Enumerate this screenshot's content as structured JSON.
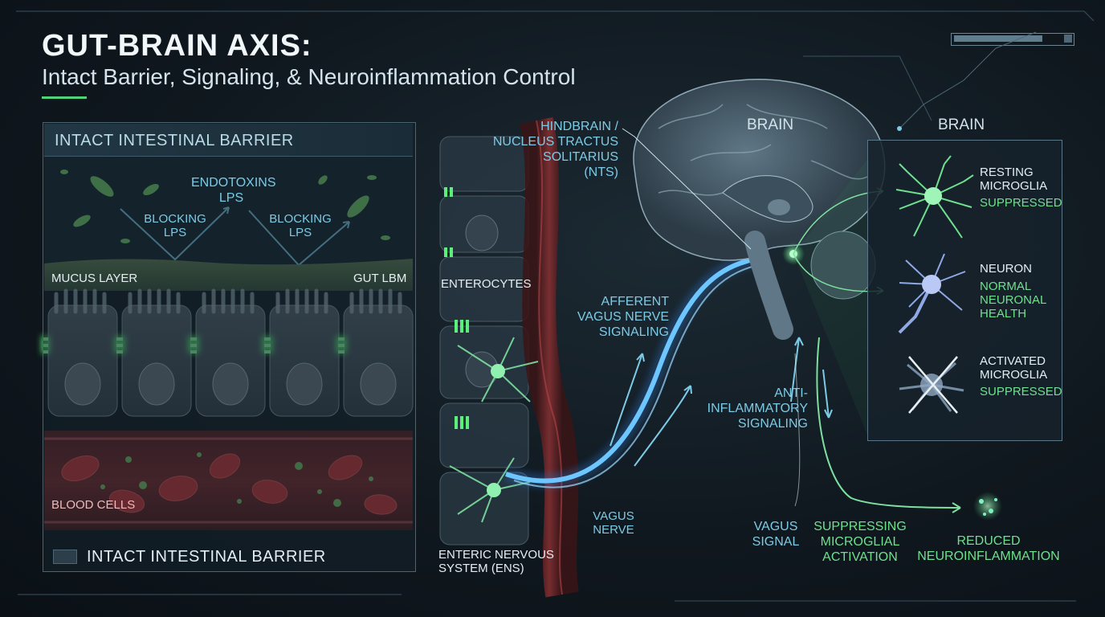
{
  "title": {
    "main": "GUT-BRAIN AXIS:",
    "sub": "Intact Barrier, Signaling, & Neuroinflammation Control"
  },
  "left_panel": {
    "header": "INTACT INTESTINAL BARRIER",
    "footer": "INTACT INTESTINAL BARRIER",
    "endotoxins_line1": "ENDOTOXINS",
    "endotoxins_line2": "LPS",
    "blocking_left_line1": "BLOCKING",
    "blocking_left_line2": "LPS",
    "blocking_right_line1": "BLOCKING",
    "blocking_right_line2": "LPS",
    "mucus_layer": "MUCUS LAYER",
    "gut_lbm": "GUT LBM",
    "blood_cells": "BLOOD CELLS"
  },
  "middle": {
    "enterocytes": "ENTEROCYTES",
    "hindbrain_line1": "HINDBRAIN /",
    "hindbrain_line2": "NUCLEUS TRACTUS",
    "hindbrain_line3": "SOLITARIUS",
    "hindbrain_line4": "(NTS)",
    "afferent_line1": "AFFERENT",
    "afferent_line2": "VAGUS NERVE",
    "afferent_line3": "SIGNALING",
    "vagus_nerve_line1": "VAGUS",
    "vagus_nerve_line2": "NERVE",
    "ens_line1": "ENTERIC NERVOUS",
    "ens_line2": "SYSTEM (ENS)",
    "anti_line1": "ANTI-",
    "anti_line2": "INFLAMMATORY",
    "anti_line3": "SIGNALING",
    "brain_label": "BRAIN",
    "vagus_signal_line1": "VAGUS",
    "vagus_signal_line2": "SIGNAL",
    "suppressing_line1": "SUPPRESSING",
    "suppressing_line2": "MICROGLIAL",
    "suppressing_line3": "ACTIVATION",
    "reduced_line1": "REDUCED",
    "reduced_line2": "NEUROINFLAMMATION"
  },
  "right_panel": {
    "title": "BRAIN",
    "resting_line1": "RESTING",
    "resting_line2": "MICROGLIA",
    "resting_status": "SUPPRESSED",
    "neuron_label": "NEURON",
    "neuron_status_line1": "NORMAL",
    "neuron_status_line2": "NEURONAL",
    "neuron_status_line3": "HEALTH",
    "activated_line1": "ACTIVATED",
    "activated_line2": "MICROGLIA",
    "activated_status": "SUPPRESSED"
  },
  "colors": {
    "accent_green": "#6fe08d",
    "accent_cyan": "#7ccbe6",
    "nerve_blue": "#3aa8f0",
    "blood_red": "#8c2a2a"
  }
}
